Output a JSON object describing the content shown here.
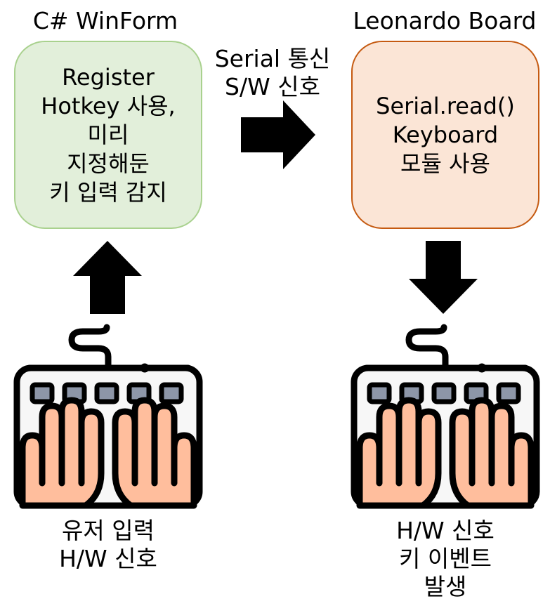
{
  "left_system": {
    "title": "C# WinForm",
    "box_lines": [
      "Register",
      "Hotkey 사용,",
      "미리",
      "지정해둔",
      "키 입력 감지"
    ],
    "fill": "#e2efda",
    "border": "#a9d18e"
  },
  "right_system": {
    "title": "Leonardo Board",
    "box_lines": [
      "Serial.read()",
      "Keyboard",
      "모듈 사용"
    ],
    "fill": "#fbe5d6",
    "border": "#c55a11"
  },
  "link": {
    "lines": [
      "Serial 통신",
      "S/W 신호"
    ],
    "arrow_icon": "arrow-right-icon"
  },
  "left_keyboard": {
    "icon": "keyboard-typing-icon",
    "arrow_icon": "arrow-up-icon",
    "caption_lines": [
      "유저 입력",
      "H/W 신호"
    ]
  },
  "right_keyboard": {
    "icon": "keyboard-typing-icon",
    "arrow_icon": "arrow-down-icon",
    "caption_lines": [
      "H/W 신호",
      "키 이벤트",
      "발생"
    ]
  },
  "colors": {
    "skin": "#ffbe9d",
    "keys": "#8d96a8",
    "keyboard_body": "#f7f7f7",
    "outline": "#000000"
  }
}
